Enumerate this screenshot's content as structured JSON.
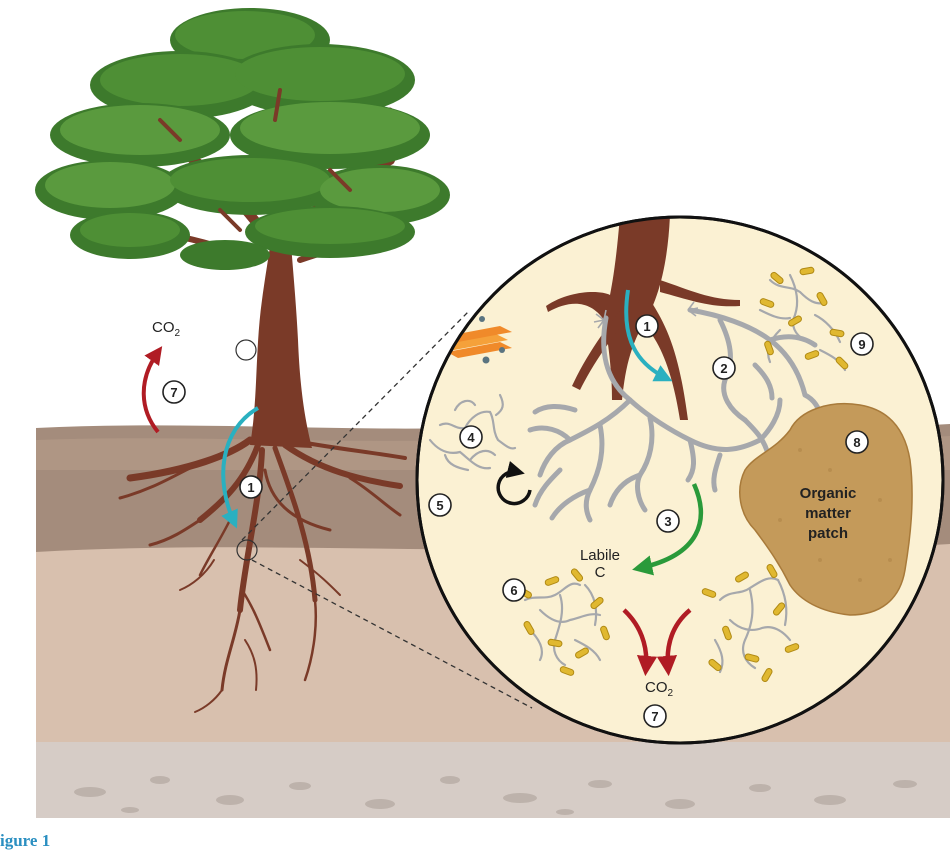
{
  "labels": {
    "co2_left": "CO",
    "co2_left_sub": "2",
    "co2_bottom": "CO",
    "co2_bottom_sub": "2",
    "labile_line1": "Labile",
    "labile_line2": "C",
    "organic_line1": "Organic",
    "organic_line2": "matter",
    "organic_line3": "patch",
    "caption": "igure 1"
  },
  "markers": {
    "m1_left": "1",
    "m7_left": "7",
    "m1_zoom": "1",
    "m2": "2",
    "m3": "3",
    "m4": "4",
    "m5": "5",
    "m6": "6",
    "m7_zoom": "7",
    "m8": "8",
    "m9": "9"
  },
  "colors": {
    "root_exudate_arrow": "#2ab0c0",
    "labile_c_arrow": "#2a9a3a",
    "co2_arrow": "#b01c24",
    "root": "#7a3a28",
    "hyphae": "#a6a8ac",
    "bacteria": "#e0b830",
    "organic_matter": "#c49a5a",
    "zoom_circle_fill": "#fbf1d3",
    "foliage": "#4a8a34",
    "topsoil": "#a48c7c",
    "subsoil": "#d8c0ae",
    "bedrock": "#d6ccc6",
    "caption": "#2a8fc1"
  }
}
